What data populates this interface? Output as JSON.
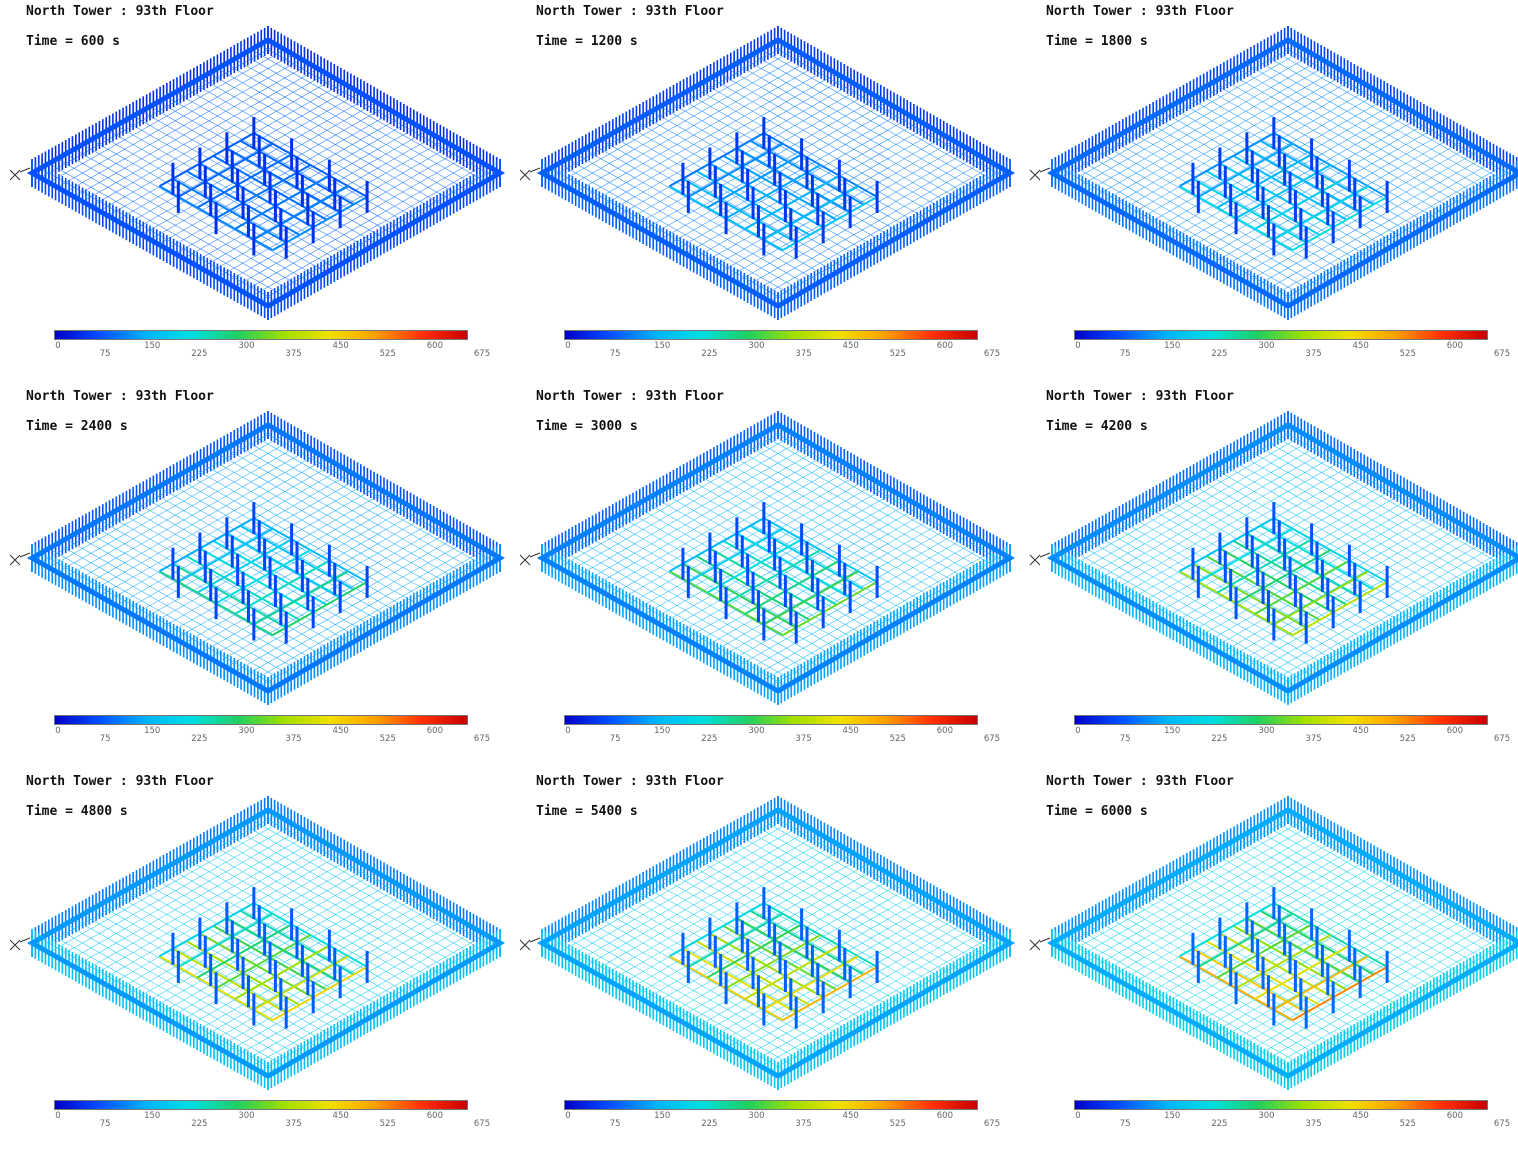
{
  "figure": {
    "panels": [
      {
        "title": "North Tower : 93th Floor",
        "time": "Time = 600 s",
        "heat": 0.1
      },
      {
        "title": "North Tower : 93th Floor",
        "time": "Time = 1200 s",
        "heat": 0.22
      },
      {
        "title": "North Tower : 93th Floor",
        "time": "Time = 1800 s",
        "heat": 0.32
      },
      {
        "title": "North Tower : 93th Floor",
        "time": "Time = 2400 s",
        "heat": 0.45
      },
      {
        "title": "North Tower : 93th Floor",
        "time": "Time = 3000 s",
        "heat": 0.55
      },
      {
        "title": "North Tower : 93th Floor",
        "time": "Time = 4200 s",
        "heat": 0.66
      },
      {
        "title": "North Tower : 93th Floor",
        "time": "Time = 4800 s",
        "heat": 0.78
      },
      {
        "title": "North Tower : 93th Floor",
        "time": "Time = 5400 s",
        "heat": 0.86
      },
      {
        "title": "North Tower : 93th Floor",
        "time": "Time = 6000 s",
        "heat": 0.94
      }
    ],
    "colorbar": {
      "min": 0,
      "max": 675,
      "ticks": [
        "0",
        "75",
        "150",
        "225",
        "300",
        "375",
        "450",
        "525",
        "600",
        "675"
      ],
      "colors": [
        "#0000c8",
        "#0050ff",
        "#00b4ff",
        "#00e0e0",
        "#20d060",
        "#a0e000",
        "#f0e000",
        "#ffa000",
        "#ff3000",
        "#c80000"
      ]
    }
  }
}
